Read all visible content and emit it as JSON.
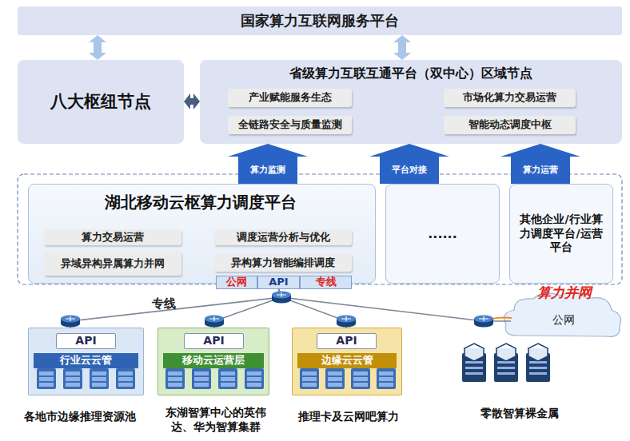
{
  "diagram": {
    "nodes": [
      {
        "text": [
          "国家算力互联网服务平台"
        ]
      },
      {
        "text": [
          "八大枢纽节点"
        ]
      },
      {
        "text": [
          "省级算力互联互通平台（双中心）区域节点"
        ]
      },
      {
        "text": [
          "产业赋能服务生态"
        ],
        "in": 2
      },
      {
        "text": [
          "市场化算力交易运营"
        ],
        "in": 2
      },
      {
        "text": [
          "全链路安全与质量监测"
        ],
        "in": 2
      },
      {
        "text": [
          "智能动态调度中枢"
        ],
        "in": 2
      },
      {
        "text": [
          "湖北移动云枢算力调度平台"
        ]
      },
      {
        "text": [
          "算力交易运营"
        ],
        "in": 7
      },
      {
        "text": [
          "调度运营分析与优化"
        ],
        "in": 7
      },
      {
        "text": [
          "异域异构异属算力并网"
        ],
        "in": 7
      },
      {
        "text": [
          "异构算力智能编排调度"
        ],
        "in": 7
      },
      {
        "text": [
          "公网"
        ],
        "in": 7
      },
      {
        "text": [
          "API"
        ],
        "in": 7
      },
      {
        "text": [
          "专线"
        ],
        "in": 7
      },
      {
        "text": [
          "......"
        ]
      },
      {
        "text": [
          "其他企业/行业算力调度平台/运营平台"
        ]
      },
      {
        "text": [
          "行业云云管"
        ]
      },
      {
        "text": [
          "API"
        ],
        "in": 17
      },
      {
        "text": [
          "移动云运营层"
        ]
      },
      {
        "text": [
          "API"
        ],
        "in": 19
      },
      {
        "text": [
          "边缘云云管"
        ]
      },
      {
        "text": [
          "API"
        ],
        "in": 21
      },
      {
        "text": [
          "算力并网",
          "公网"
        ]
      }
    ],
    "edges": [
      {
        "from": 0,
        "to": 1,
        "arrow": "both"
      },
      {
        "from": 0,
        "to": 2,
        "arrow": "both"
      },
      {
        "from": 1,
        "to": 2,
        "arrow": "both"
      },
      {
        "from": 7,
        "to": 2,
        "label": "算力监测",
        "arrow": "to"
      },
      {
        "from": 15,
        "to": 2,
        "label": "平台对接",
        "arrow": "to"
      },
      {
        "from": 16,
        "to": 2,
        "label": "算力运营",
        "arrow": "to"
      },
      {
        "from": 13,
        "to": 17,
        "label": "专线",
        "arrow": "none"
      },
      {
        "from": 13,
        "to": 19,
        "arrow": "none"
      },
      {
        "from": 13,
        "to": 21,
        "arrow": "none"
      },
      {
        "from": 13,
        "to": 23,
        "arrow": "none"
      }
    ],
    "labels": [
      "各地市边缘推理资源池",
      "东湖智算中心的英伟达、华为智算集群",
      "推理卡及云网吧算力",
      "零散智算裸金属"
    ]
  }
}
